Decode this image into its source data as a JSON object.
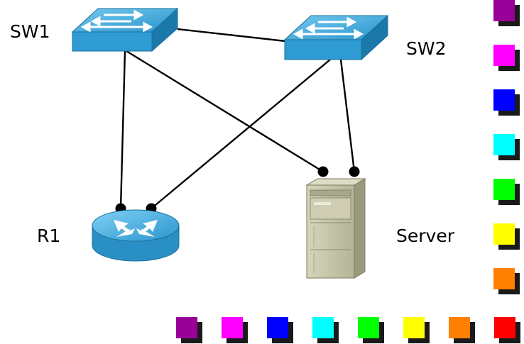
{
  "nodes": {
    "sw1": {
      "label": "SW1",
      "icon": "switch-icon"
    },
    "sw2": {
      "label": "SW2",
      "icon": "switch-icon"
    },
    "r1": {
      "label": "R1",
      "icon": "router-icon"
    },
    "server": {
      "label": "Server",
      "icon": "server-icon"
    }
  },
  "links": [
    {
      "from": "sw1",
      "to": "sw2"
    },
    {
      "from": "sw1",
      "to": "r1"
    },
    {
      "from": "sw1",
      "to": "server"
    },
    {
      "from": "sw2",
      "to": "r1"
    },
    {
      "from": "sw2",
      "to": "server"
    }
  ],
  "palette": {
    "colors": [
      "#990099",
      "#ff00ff",
      "#0000ff",
      "#00ffff",
      "#00ff00",
      "#ffff00",
      "#ff8000",
      "#ff0000"
    ],
    "shadow": "#1a1a1a"
  },
  "styles": {
    "switch_face": "#33a3d9",
    "switch_side": "#1f7fb3",
    "router_face": "#33a3d9",
    "router_side": "#1c7db0",
    "server_body": "#c4c3a6",
    "server_shade": "#9b9a7d"
  }
}
